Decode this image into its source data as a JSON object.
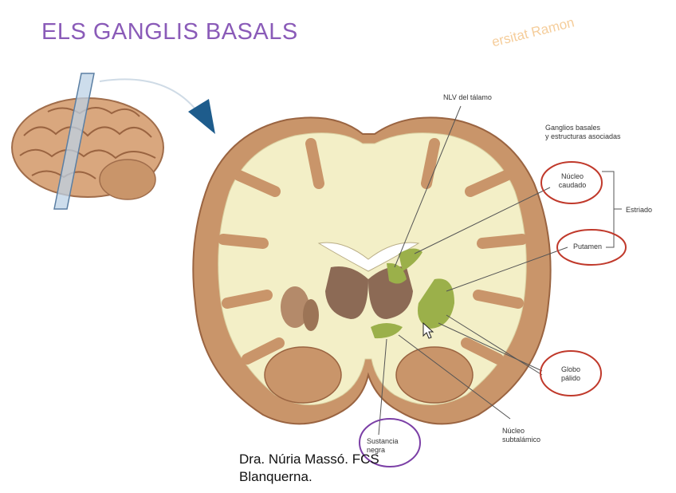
{
  "slide": {
    "title": "ELS GANGLIS BASALS",
    "watermark": "ersitat Ramon",
    "credit_line1": "Dra. Núria Massó. FCS",
    "credit_line2": "Blanquerna."
  },
  "labels": {
    "thalamus": "NLV del tálamo",
    "header_line1": "Ganglios basales",
    "header_line2": "y estructuras asociadas",
    "caudate_line1": "Núcleo",
    "caudate_line2": "caudado",
    "striatum": "Estriado",
    "putamen": "Putamen",
    "pallidus_line1": "Globo",
    "pallidus_line2": "pálido",
    "subthalamic_line1": "Núcleo",
    "subthalamic_line2": "subtalámico",
    "nigra_line1": "Sustancia",
    "nigra_line2": "negra"
  },
  "colors": {
    "title": "#8a5bb8",
    "highlight_red": "#c0392b",
    "highlight_purple": "#7b3fa6",
    "basal_ganglia_green": "#9bb04a",
    "arrow_blue": "#1e5c8c"
  }
}
